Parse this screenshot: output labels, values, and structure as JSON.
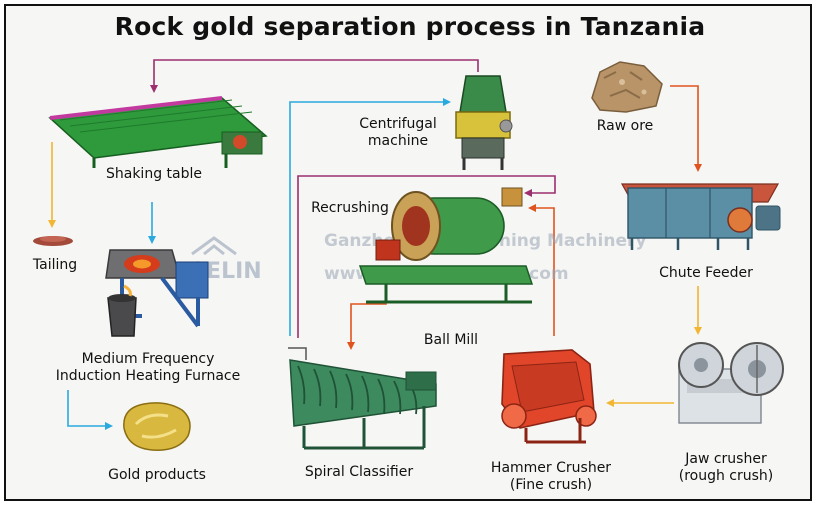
{
  "title": "Rock gold separation process in Tanzania",
  "watermark": {
    "brand": "GELIN",
    "company": "Ganzhou GELIN Mining Machinery",
    "website": "www.gelinmachinery.com"
  },
  "equipment": {
    "raw_ore": "Raw ore",
    "chute_feeder": "Chute Feeder",
    "jaw_crusher": [
      "Jaw crusher",
      "(rough crush)"
    ],
    "hammer_crusher": [
      "Hammer Crusher",
      "(Fine crush)"
    ],
    "spiral_classifier": "Spiral Classifier",
    "ball_mill": "Ball Mill",
    "recrushing": "Recrushing",
    "centrifugal_machine": [
      "Centrifugal",
      "machine"
    ],
    "shaking_table": "Shaking table",
    "tailing": "Tailing",
    "furnace": [
      "Medium Frequency",
      "Induction Heating Furnace"
    ],
    "gold_products": "Gold products"
  },
  "colors": {
    "arrow_orange": "#e0531f",
    "arrow_yellow": "#f2b632",
    "arrow_blue": "#2aa9df",
    "arrow_purple": "#9c2f6e"
  }
}
